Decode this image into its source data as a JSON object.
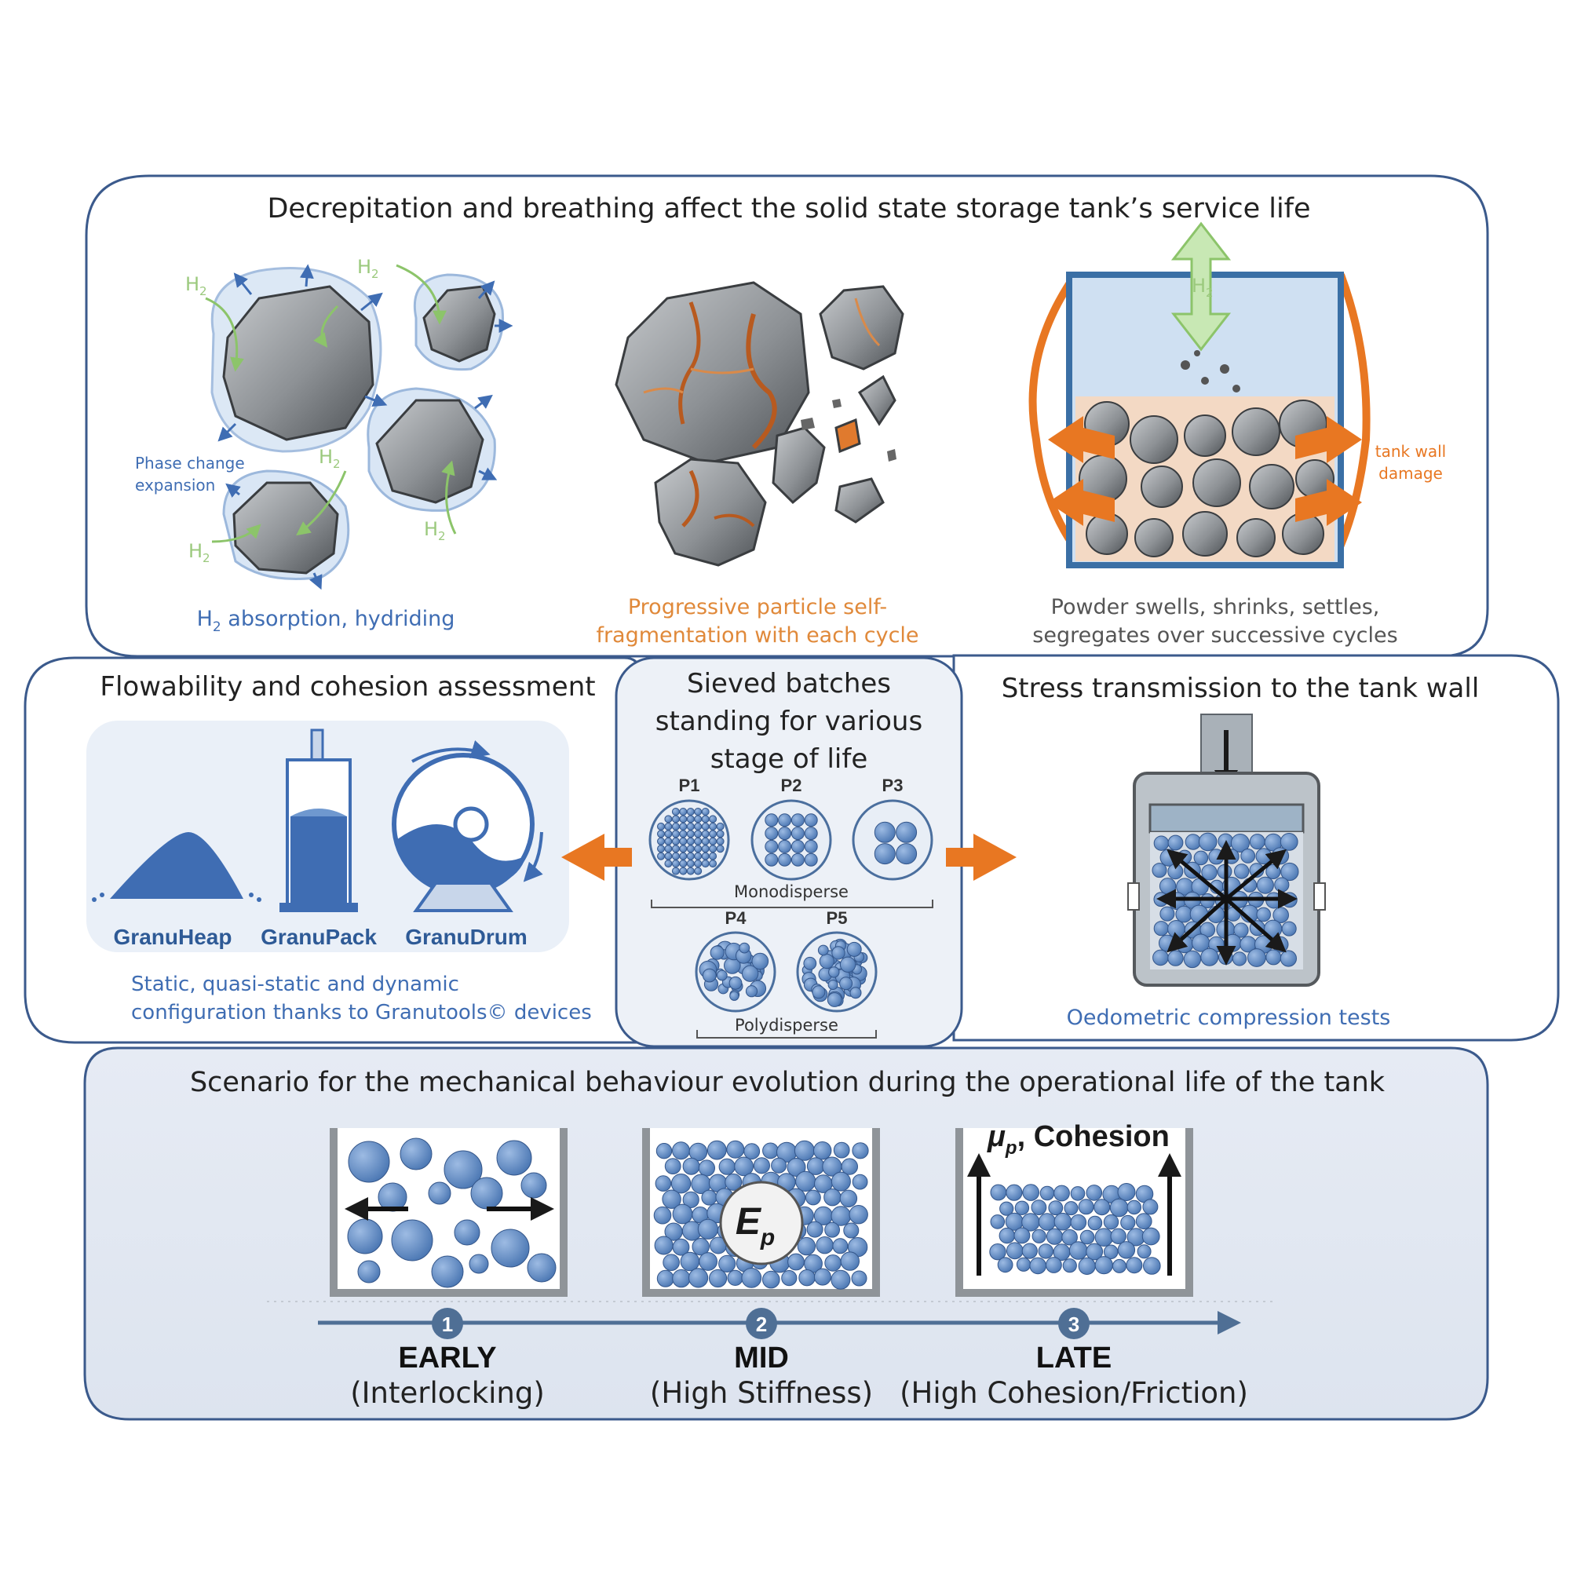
{
  "colors": {
    "panel_border": "#3b5a8c",
    "panel_fill_light": "#e9eef6",
    "blue_text": "#3f6db3",
    "orange": "#e87722",
    "orange_text": "#e0893a",
    "grey_text": "#555555",
    "green": "#8cc46a",
    "rock_dark": "#5a5d60",
    "rock_light": "#b9bcbf",
    "bead": "#5b87c2"
  },
  "top_panel": {
    "title": "Decrepitation and breathing affect the solid state storage tank’s service life",
    "h2_label": "H",
    "h2_sub": "2",
    "phase_change_line1": "Phase change",
    "phase_change_line2": "expansion",
    "caption_left_prefix": "H",
    "caption_left_sub": "2",
    "caption_left_rest": " absorption, hydriding",
    "caption_mid_line1": "Progressive particle self-",
    "caption_mid_line2": "fragmentation with each cycle",
    "tank_wall_line1": "tank wall",
    "tank_wall_line2": "damage",
    "caption_right_line1": "Powder  swells, shrinks, settles,",
    "caption_right_line2": "segregates over successive cycles"
  },
  "left_panel": {
    "title": "Flowability and cohesion assessment",
    "devices": [
      "GranuHeap",
      "GranuPack",
      "GranuDrum"
    ],
    "caption_line1": "Static,  quasi-static and dynamic",
    "caption_line2": "configuration thanks to Granutools© devices"
  },
  "center_panel": {
    "title_line1": "Sieved batches",
    "title_line2": "standing for various",
    "title_line3": "stage of life",
    "batches": [
      "P1",
      "P2",
      "P3",
      "P4",
      "P5"
    ],
    "group_mono": "Monodisperse",
    "group_poly": "Polydisperse"
  },
  "right_panel": {
    "title": "Stress transmission to the tank wall",
    "caption": "Oedometric compression tests"
  },
  "bottom_panel": {
    "title": "Scenario for the mechanical behaviour evolution during the operational life of the tank",
    "ep_label": "E",
    "ep_sub": "p",
    "mu_label": "μ",
    "mu_sub": "p",
    "mu_rest": ", Cohesion",
    "stages": [
      {
        "num": "1",
        "name": "EARLY",
        "desc": "(Interlocking)"
      },
      {
        "num": "2",
        "name": "MID",
        "desc": "(High Stiffness)"
      },
      {
        "num": "3",
        "name": "LATE",
        "desc": "(High Cohesion/Friction)"
      }
    ]
  }
}
